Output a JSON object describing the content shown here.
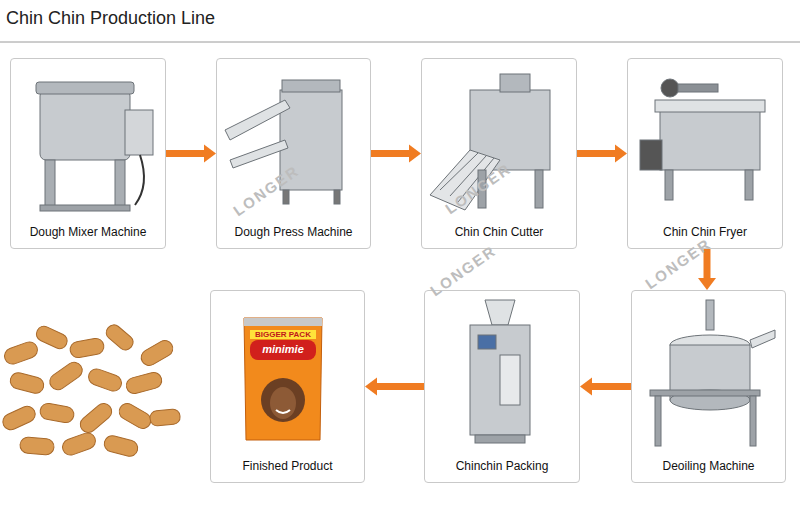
{
  "diagram": {
    "title": "Chin Chin Production Line",
    "nodes": [
      {
        "text": [
          "Dough Mixer Machine"
        ]
      },
      {
        "text": [
          "Dough Press Machine"
        ]
      },
      {
        "text": [
          "Chin Chin Cutter"
        ]
      },
      {
        "text": [
          "Chin Chin Fryer"
        ]
      },
      {
        "text": [
          "Finished Product"
        ]
      },
      {
        "text": [
          "Chinchin Packing"
        ]
      },
      {
        "text": [
          "Deoiling Machine"
        ]
      }
    ],
    "edges": [
      {
        "from": 0,
        "to": 1,
        "arrow": "to"
      },
      {
        "from": 1,
        "to": 2,
        "arrow": "to"
      },
      {
        "from": 2,
        "to": 3,
        "arrow": "to"
      },
      {
        "from": 3,
        "to": 6,
        "arrow": "to"
      },
      {
        "from": 6,
        "to": 5,
        "arrow": "to"
      },
      {
        "from": 5,
        "to": 4,
        "arrow": "to"
      }
    ],
    "labels": [
      "LONGER",
      "LONGER",
      "LONGER",
      "LONGER",
      "BIGGER PACK",
      "minimie"
    ]
  }
}
